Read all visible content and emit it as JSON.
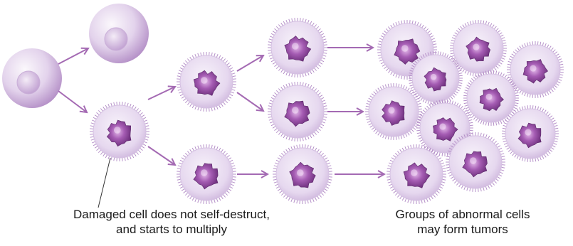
{
  "captions": {
    "damaged_line1": "Damaged cell does not self-destruct,",
    "damaged_line2": "and starts to multiply",
    "groups_line1": "Groups of abnormal cells",
    "groups_line2": "may form tumors"
  },
  "colors": {
    "arrow": "#a46ab3",
    "cell_fill_light": "#f1e9f6",
    "cell_fill_dark": "#c9b2da",
    "cell_rim": "#b590c8",
    "nucleus_light": "#c48fd0",
    "nucleus_dark": "#6b2e7a",
    "healthy_light": "#f5eef8",
    "healthy_dark": "#b48fc8"
  }
}
